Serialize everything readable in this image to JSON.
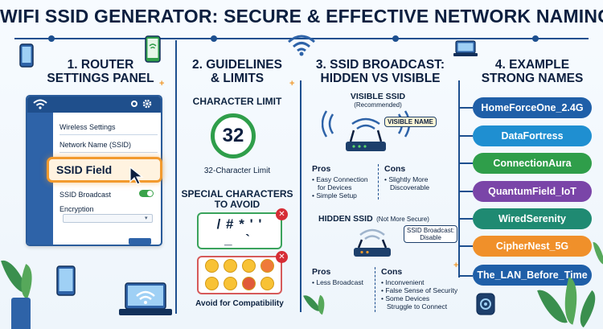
{
  "title": "WIFI SSID GENERATOR: SECURE & EFFECTIVE NETWORK NAMING",
  "colors": {
    "navy": "#1d4f8f",
    "green": "#2f9e4a",
    "orange": "#f29a2e",
    "red": "#d62d35"
  },
  "section1": {
    "heading_line1": "1. ROUTER",
    "heading_line2": "SETTINGS PANEL",
    "wireless_settings": "Wireless Settings",
    "network_name": "Network Name (SSID)",
    "ssid_field": "SSID Field",
    "ssid_broadcast": "SSID Broadcast",
    "encryption": "Encryption",
    "icons": [
      "smartphone-icon",
      "laptop-icon",
      "wifi-icon",
      "gear-icon",
      "cursor-icon"
    ]
  },
  "section2": {
    "heading_line1": "2. GUIDELINES",
    "heading_line2": "& LIMITS",
    "char_limit_heading": "CHARACTER LIMIT",
    "char_limit_value": "32",
    "char_limit_caption": "32-Character Limit",
    "special_heading_line1": "SPECIAL CHARACTERS",
    "special_heading_line2": "TO AVOID",
    "special_chars_row1": "/  #  *  '  '",
    "special_chars_row2": "_  `",
    "emoji_caption": "Avoid for Compatibility"
  },
  "section3": {
    "heading_line1": "3. SSID BROADCAST:",
    "heading_line2": "HIDDEN VS VISIBLE",
    "visible_title": "VISIBLE SSID",
    "visible_subtitle": "(Recommended)",
    "visible_tag": "VISIBLE NAME",
    "pros_label": "Pros",
    "cons_label": "Cons",
    "visible_pros": [
      "Easy Connection",
      "for Devices",
      "Simple Setup"
    ],
    "visible_cons": [
      "Slightly More",
      "Discoverable"
    ],
    "hidden_title": "HIDDEN SSID",
    "hidden_subtitle": "(Not More Secure)",
    "hidden_tag_line1": "SSID Broadcast:",
    "hidden_tag_line2": "Disable",
    "hidden_pros": [
      "Less Broadcast"
    ],
    "hidden_cons": [
      "Inconvenient",
      "False Sense of Security",
      "Some Devices",
      "Struggle to Connect"
    ]
  },
  "section4": {
    "heading_line1": "4. EXAMPLE",
    "heading_line2": "STRONG NAMES",
    "names": [
      {
        "label": "HomeForceOne_2.4G",
        "color": "#1f5fa8"
      },
      {
        "label": "DataFortress",
        "color": "#1f8fd1"
      },
      {
        "label": "ConnectionAura",
        "color": "#2f9e4a"
      },
      {
        "label": "QuantumField_IoT",
        "color": "#7a45a8"
      },
      {
        "label": "WiredSerenity",
        "color": "#1f8a72"
      },
      {
        "label": "CipherNest_5G",
        "color": "#f0902a"
      },
      {
        "label": "The_LAN_Before_Time",
        "color": "#1f5fa8"
      }
    ]
  }
}
